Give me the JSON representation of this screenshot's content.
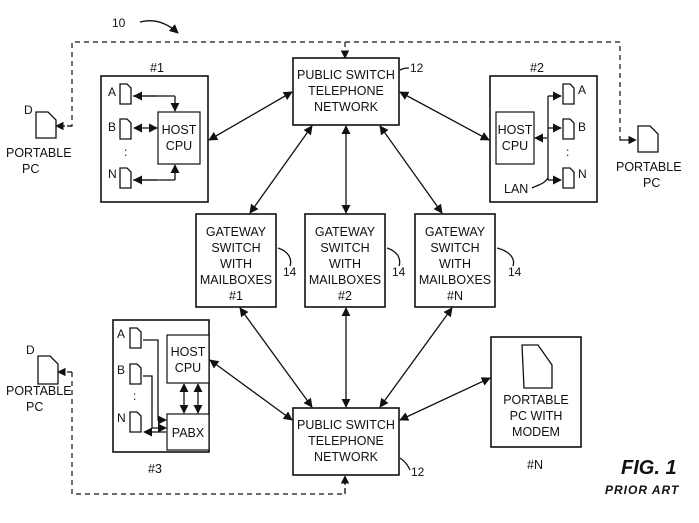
{
  "system_ref": "10",
  "pstn": {
    "lines": [
      "PUBLIC SWITCH",
      "TELEPHONE",
      "NETWORK"
    ],
    "ref": "12"
  },
  "gateways": [
    {
      "lines": [
        "GATEWAY",
        "SWITCH",
        "WITH",
        "MAILBOXES",
        "#1"
      ],
      "ref": "14"
    },
    {
      "lines": [
        "GATEWAY",
        "SWITCH",
        "WITH",
        "MAILBOXES",
        "#2"
      ],
      "ref": "14"
    },
    {
      "lines": [
        "GATEWAY",
        "SWITCH",
        "WITH",
        "MAILBOXES",
        "#N"
      ],
      "ref": "14"
    }
  ],
  "site1": {
    "label": "#1",
    "terminals": [
      "A",
      "B",
      "N"
    ],
    "cpu": [
      "HOST",
      "CPU"
    ]
  },
  "site2": {
    "label": "#2",
    "terminals": [
      "A",
      "B",
      "N"
    ],
    "cpu": [
      "HOST",
      "CPU"
    ],
    "lan": "LAN"
  },
  "site3": {
    "label": "#3",
    "terminals": [
      "A",
      "B",
      "N"
    ],
    "cpu": [
      "HOST",
      "CPU"
    ],
    "pabx": "PABX"
  },
  "siteN": {
    "label": "#N",
    "lines": [
      "PORTABLE",
      "PC WITH",
      "MODEM"
    ]
  },
  "portables": [
    {
      "id": "D",
      "lines": [
        "PORTABLE",
        "PC"
      ]
    },
    {
      "id": "",
      "lines": [
        "PORTABLE",
        "PC"
      ]
    },
    {
      "id": "D",
      "lines": [
        "PORTABLE",
        "PC"
      ]
    }
  ],
  "figure": {
    "title": "FIG. 1",
    "subtitle": "PRIOR ART"
  }
}
